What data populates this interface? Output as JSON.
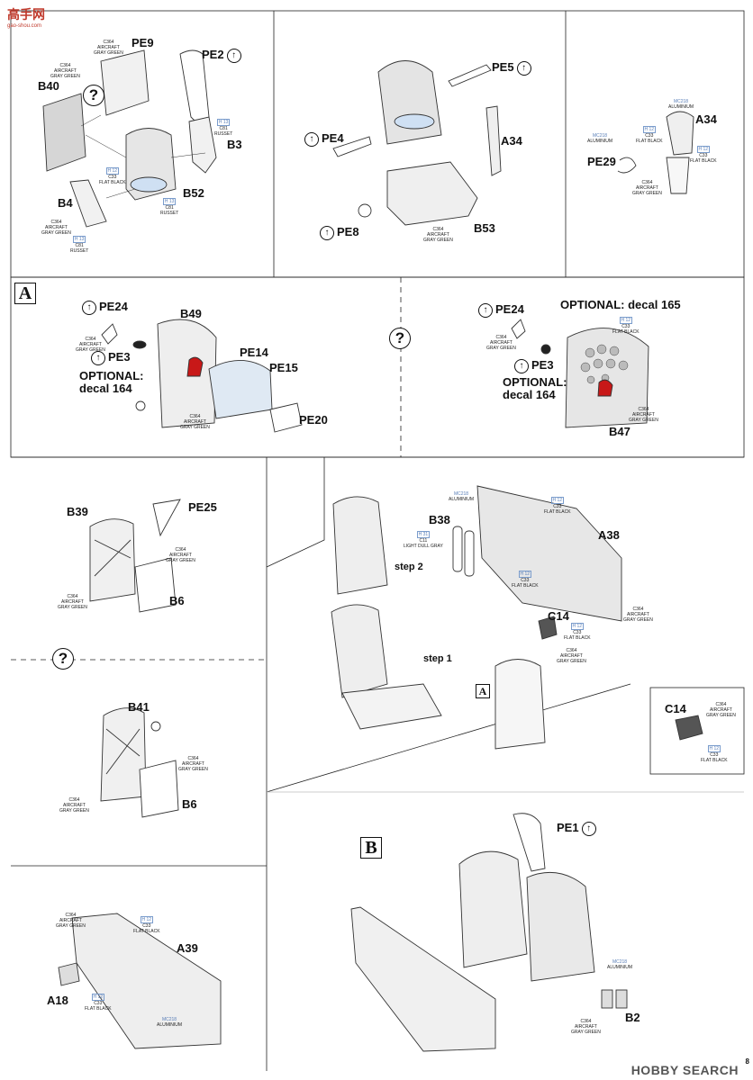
{
  "watermark": {
    "brand": "高手网",
    "url": "gao-shou.com"
  },
  "footer": {
    "logo_text": "HOBBY SEARCH",
    "page": "8"
  },
  "colors": {
    "c364": {
      "code": "C364",
      "name_line1": "AIRCRAFT",
      "name_line2": "GRAY GREEN"
    },
    "c33": {
      "hcode": "H 12",
      "code": "C33",
      "name": "FLAT BLACK"
    },
    "c81": {
      "hcode": "H 13",
      "code": "C81",
      "name": "RUSSET"
    },
    "mc218": {
      "code": "MC218",
      "name": "ALUMINIUM"
    },
    "c11": {
      "hcode": "H 31",
      "code": "C11",
      "name": "LIGHT DULL GRAY"
    }
  },
  "panel1": {
    "labels": [
      "PE9",
      "PE2",
      "B40",
      "B3",
      "B4",
      "B52"
    ]
  },
  "panel2": {
    "labels": [
      "PE5",
      "PE4",
      "A34",
      "PE8",
      "B53"
    ]
  },
  "panel3": {
    "labels": [
      "A34",
      "PE29"
    ]
  },
  "panelA": {
    "box": "A",
    "left": {
      "pe24": "PE24",
      "pe3": "PE3",
      "b49": "B49",
      "pe14": "PE14",
      "pe15": "PE15",
      "pe20": "PE20",
      "opt_line1": "OPTIONAL:",
      "opt_line2": "decal 164"
    },
    "right": {
      "pe24": "PE24",
      "pe3": "PE3",
      "b47": "B47",
      "opt_top": "OPTIONAL: decal 165",
      "opt_line1": "OPTIONAL:",
      "opt_line2": "decal 164"
    }
  },
  "panelB39": {
    "labels": [
      "B39",
      "PE25",
      "B6"
    ]
  },
  "panelB41": {
    "labels": [
      "B41",
      "B6"
    ]
  },
  "panelStep": {
    "b38": "B38",
    "a38": "A38",
    "c14": "C14",
    "step2": "step 2",
    "step1": "step 1",
    "box": "A",
    "c14b": "C14"
  },
  "panelA39": {
    "labels": [
      "A39",
      "A18"
    ]
  },
  "panelB": {
    "box": "B",
    "pe1": "PE1",
    "b2": "B2"
  },
  "question": "?"
}
